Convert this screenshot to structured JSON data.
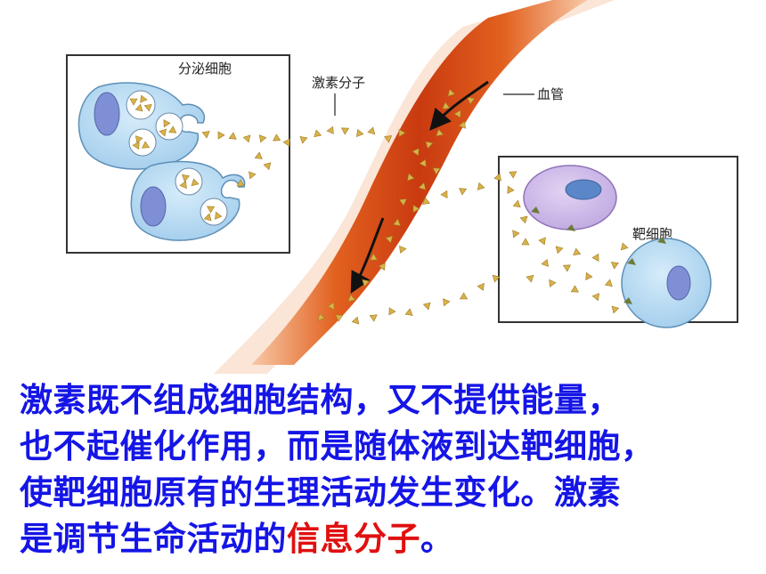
{
  "diagram": {
    "labels": {
      "secretory_cell": "分泌细胞",
      "hormone_molecule": "激素分子",
      "blood_vessel": "血管",
      "target_cell": "靶细胞"
    }
  },
  "caption": {
    "line1": "激素既不组成细胞结构，又不提供能量，",
    "line2": "也不起催化作用，而是随体液到达靶细胞，",
    "line3": "使靶细胞原有的生理活动发生变化。激素",
    "line4_prefix": "是调节生命活动的",
    "line4_highlight": "信息分子",
    "line4_suffix": "。"
  },
  "colors": {
    "caption_text": "#1515e6",
    "highlight_text": "#e01010",
    "vessel": "#d9481a",
    "cell_blue": "#a9d3ee",
    "cell_purple": "#c9b3e6",
    "hormone": "#d8b24a"
  }
}
